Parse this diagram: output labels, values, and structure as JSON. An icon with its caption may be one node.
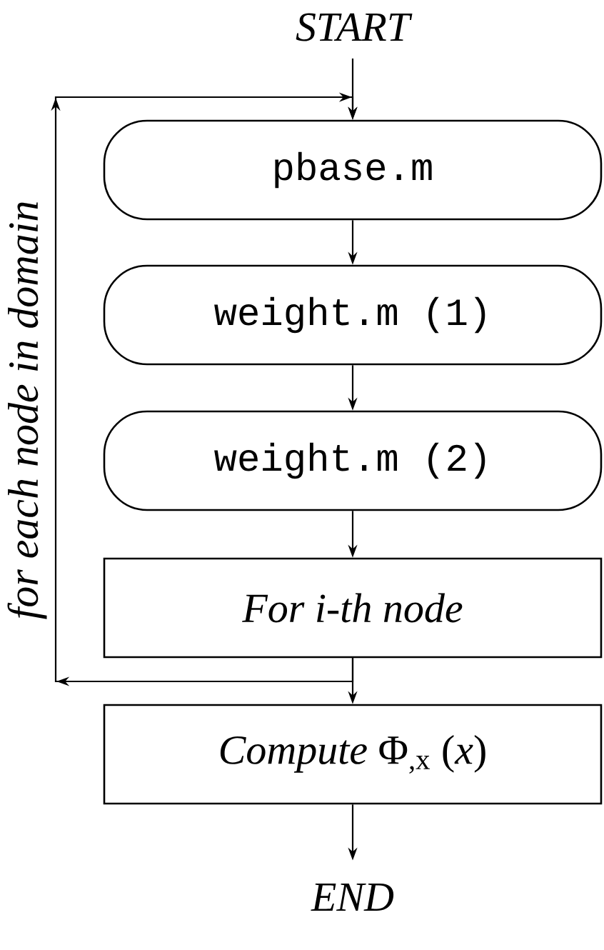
{
  "diagram": {
    "nodes": [
      {
        "text": [
          "START"
        ]
      },
      {
        "text": [
          "pbase.m"
        ]
      },
      {
        "text": [
          "weight.m (1)"
        ]
      },
      {
        "text": [
          "weight.m (2)"
        ]
      },
      {
        "text": [
          "For i-th node"
        ]
      },
      {
        "text": [
          "*Compute* Φ$_{,x}$ (*x*)"
        ]
      },
      {
        "text": [
          "END"
        ]
      }
    ],
    "edges": [
      {
        "from": 0,
        "to": 1,
        "arrow": "to"
      },
      {
        "from": 1,
        "to": 2,
        "arrow": "to"
      },
      {
        "from": 2,
        "to": 3,
        "arrow": "to"
      },
      {
        "from": 3,
        "to": 4,
        "arrow": "to"
      },
      {
        "from": 4,
        "to": 5,
        "arrow": "to"
      },
      {
        "from": 5,
        "to": 6,
        "arrow": "to"
      },
      {
        "from": 4,
        "to": 1,
        "arrow": "to",
        "label": "for each node in domain"
      }
    ]
  }
}
